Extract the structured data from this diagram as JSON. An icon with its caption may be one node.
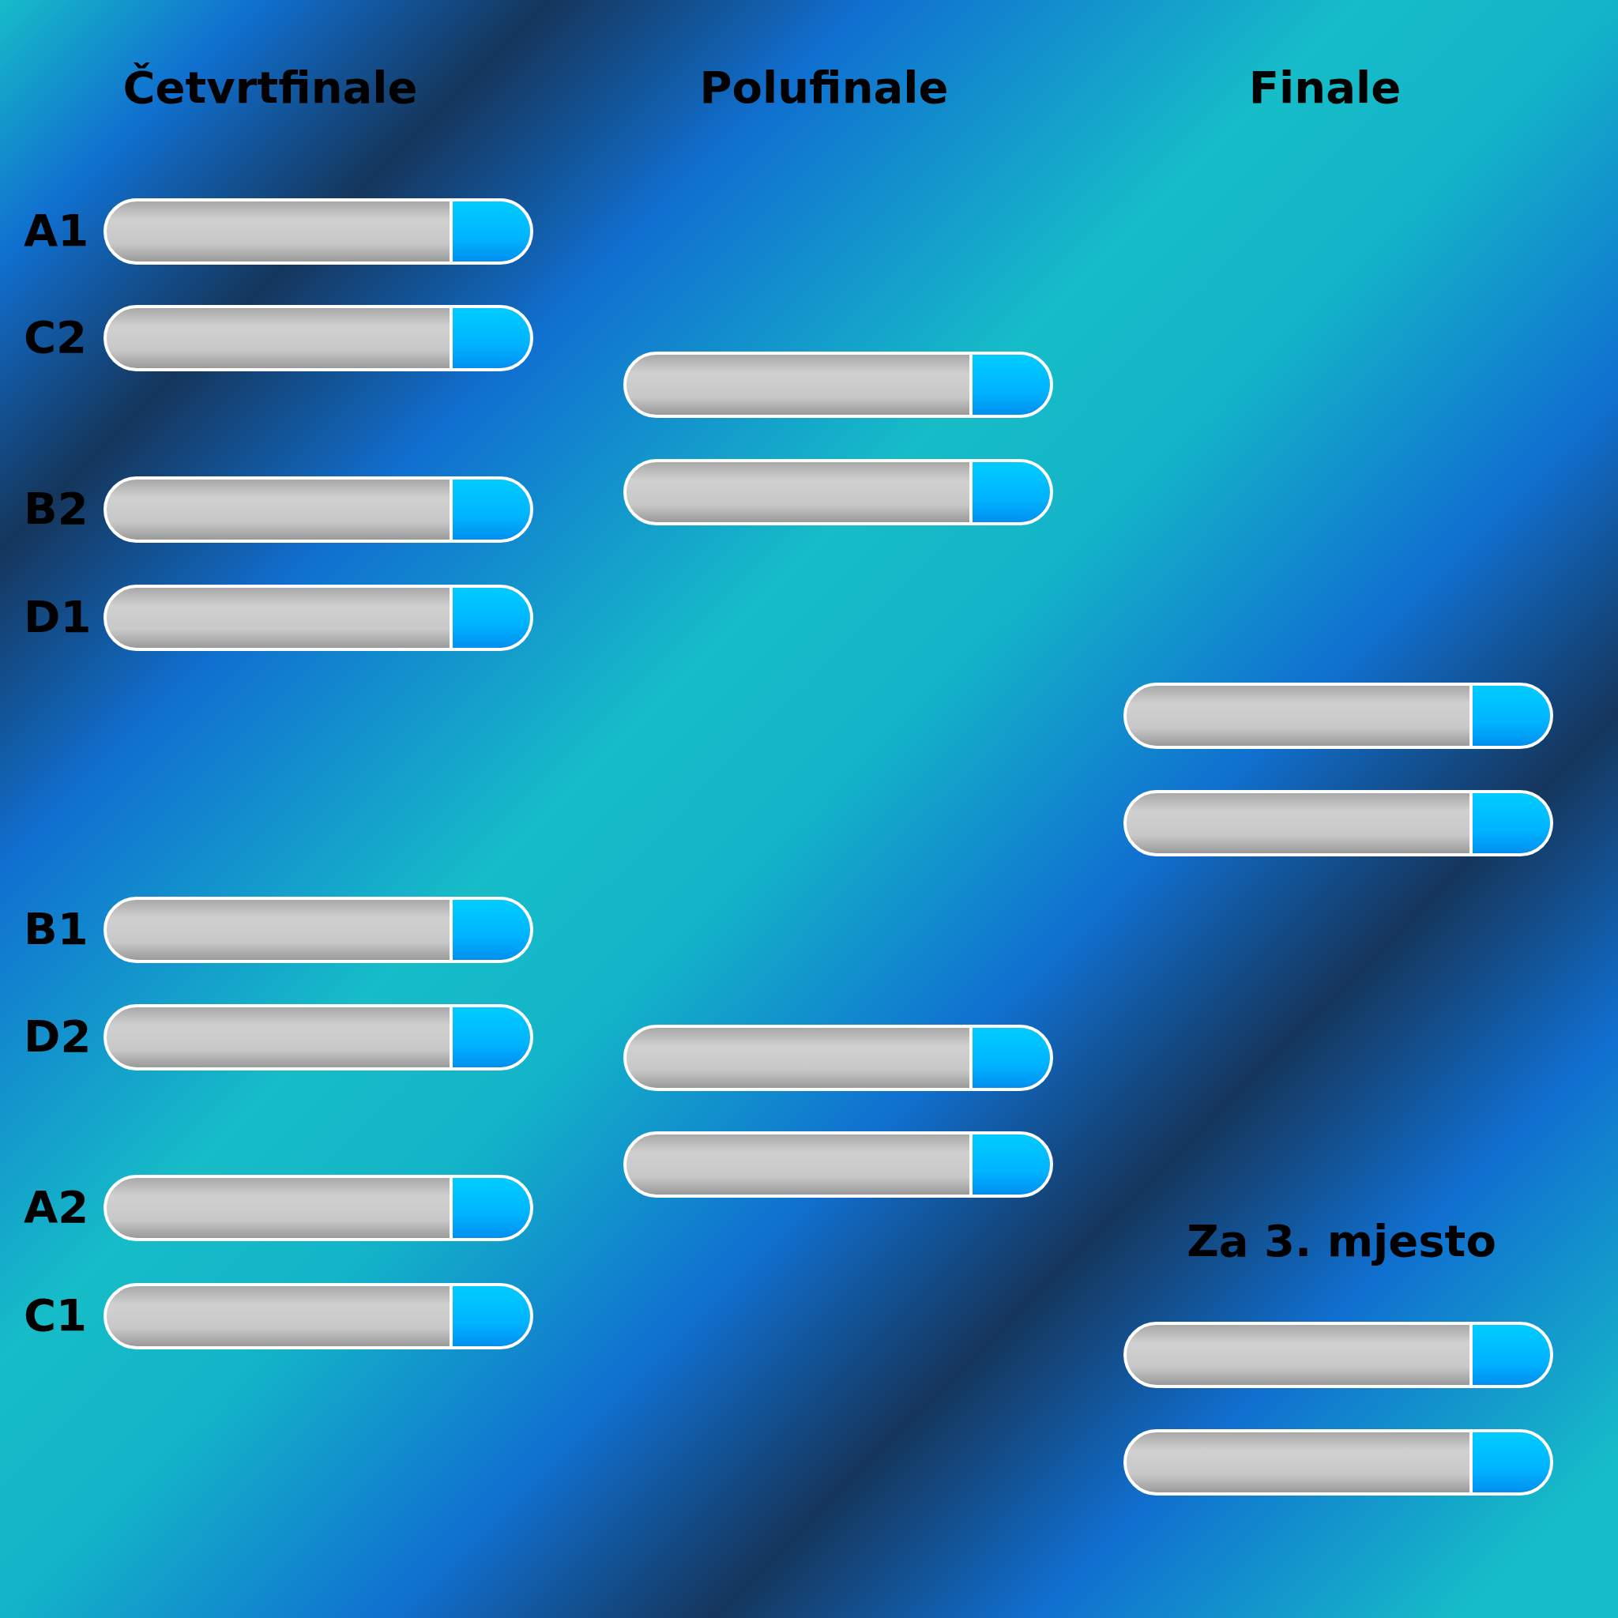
{
  "diagram": {
    "nodes": [
      {
        "text": [],
        "shape": "bar",
        "beside": [
          "A1"
        ]
      },
      {
        "text": [],
        "shape": "bar",
        "beside": [
          "C2"
        ]
      },
      {
        "text": [],
        "shape": "bar",
        "beside": [
          "B2"
        ]
      },
      {
        "text": [],
        "shape": "bar",
        "beside": [
          "D1"
        ]
      },
      {
        "text": [],
        "shape": "bar",
        "beside": [
          "B1"
        ]
      },
      {
        "text": [],
        "shape": "bar",
        "beside": [
          "D2"
        ]
      },
      {
        "text": [],
        "shape": "bar",
        "beside": [
          "A2"
        ]
      },
      {
        "text": [],
        "shape": "bar",
        "beside": [
          "C1"
        ]
      },
      {
        "text": [],
        "shape": "bar"
      },
      {
        "text": [],
        "shape": "bar"
      },
      {
        "text": [],
        "shape": "bar"
      },
      {
        "text": [],
        "shape": "bar"
      },
      {
        "text": [],
        "shape": "bar"
      },
      {
        "text": [],
        "shape": "bar"
      },
      {
        "text": [],
        "shape": "bar"
      },
      {
        "text": [],
        "shape": "bar"
      }
    ],
    "labels": [
      "Četvrtfinale",
      "Polufinale",
      "Finale",
      "Za 3. mjesto"
    ]
  }
}
